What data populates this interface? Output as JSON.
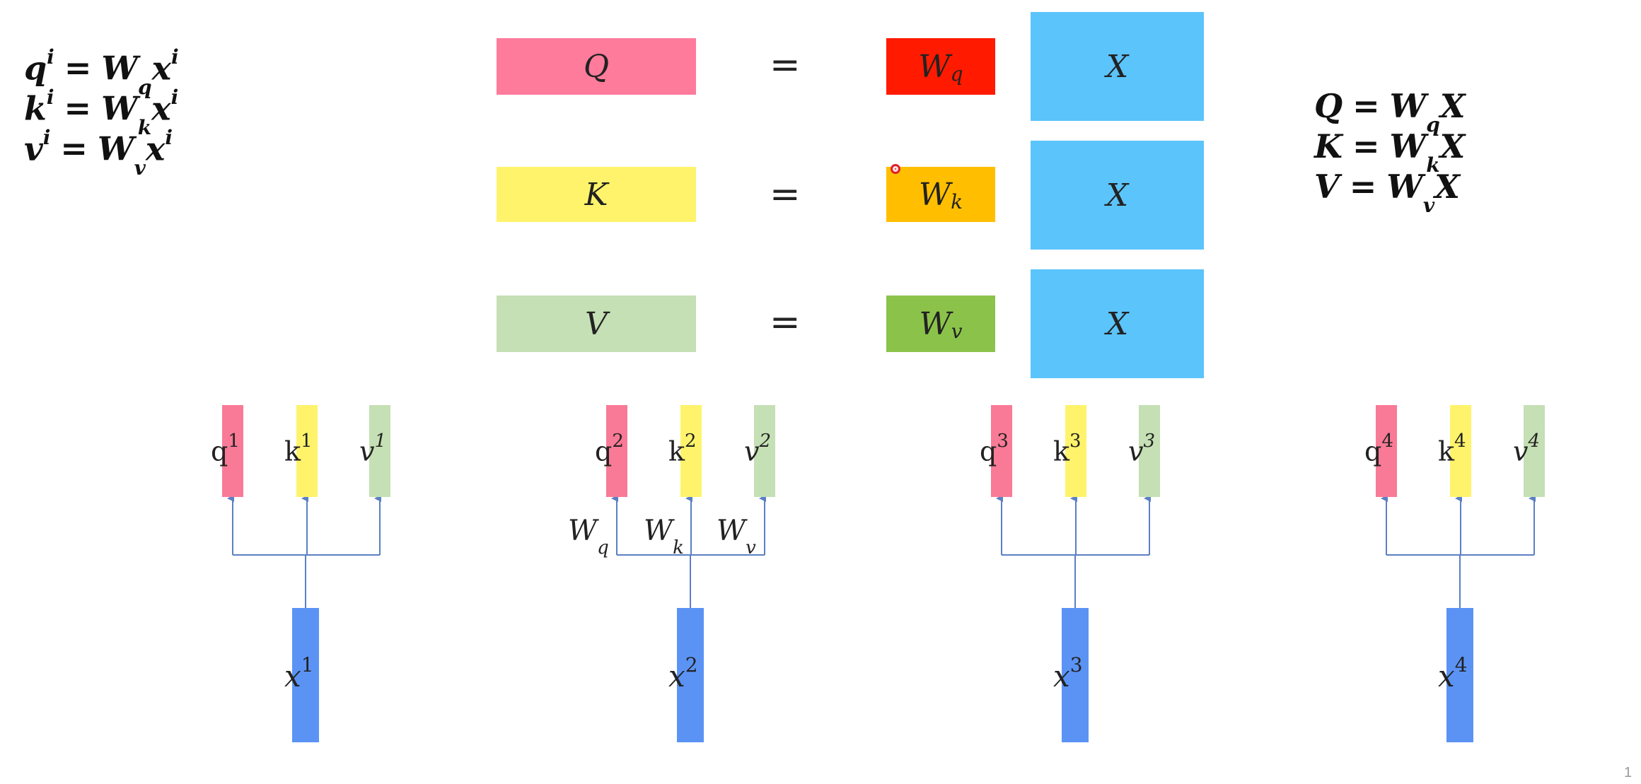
{
  "formulas_left": [
    {
      "lhs": "q",
      "lhs_sup": "i",
      "w": "W",
      "w_sub": "q",
      "x": "x",
      "x_sup": "i"
    },
    {
      "lhs": "k",
      "lhs_sup": "i",
      "w": "W",
      "w_sub": "k",
      "x": "x",
      "x_sup": "i"
    },
    {
      "lhs": "v",
      "lhs_sup": "i",
      "w": "W",
      "w_sub": "v",
      "x": "x",
      "x_sup": "i"
    }
  ],
  "formulas_right": [
    {
      "lhs": "Q",
      "w": "W",
      "w_sub": "q",
      "x": "X"
    },
    {
      "lhs": "K",
      "w": "W",
      "w_sub": "k",
      "x": "X"
    },
    {
      "lhs": "V",
      "w": "W",
      "w_sub": "v",
      "x": "X"
    }
  ],
  "equals": "=",
  "matrix_rows": [
    {
      "result": "Q",
      "weight": "W",
      "weight_sub": "q",
      "input": "X",
      "result_color": "#ff7b9c",
      "weight_color": "#ff1a00",
      "input_color": "#5bc4fb"
    },
    {
      "result": "K",
      "weight": "W",
      "weight_sub": "k",
      "input": "X",
      "result_color": "#fff36b",
      "weight_color": "#ffbf00",
      "input_color": "#5bc4fb"
    },
    {
      "result": "V",
      "weight": "W",
      "weight_sub": "v",
      "input": "X",
      "result_color": "#c5e0b4",
      "weight_color": "#8bc34a",
      "input_color": "#5bc4fb"
    }
  ],
  "tokens": [
    {
      "q": "q",
      "k": "k",
      "v": "v",
      "sup": "1",
      "x": "x"
    },
    {
      "q": "q",
      "k": "k",
      "v": "v",
      "sup": "2",
      "x": "x"
    },
    {
      "q": "q",
      "k": "k",
      "v": "v",
      "sup": "3",
      "x": "x"
    },
    {
      "q": "q",
      "k": "k",
      "v": "v",
      "sup": "4",
      "x": "x"
    }
  ],
  "weight_labels": [
    {
      "w": "W",
      "sub": "q"
    },
    {
      "w": "W",
      "sub": "k"
    },
    {
      "w": "W",
      "sub": "v"
    }
  ],
  "colors": {
    "q_vec": "#f97a96",
    "k_vec": "#fff36b",
    "v_vec": "#c5e0b4",
    "x_vec": "#5b93f5",
    "connector": "#5b7fc4"
  },
  "page_number": "1"
}
